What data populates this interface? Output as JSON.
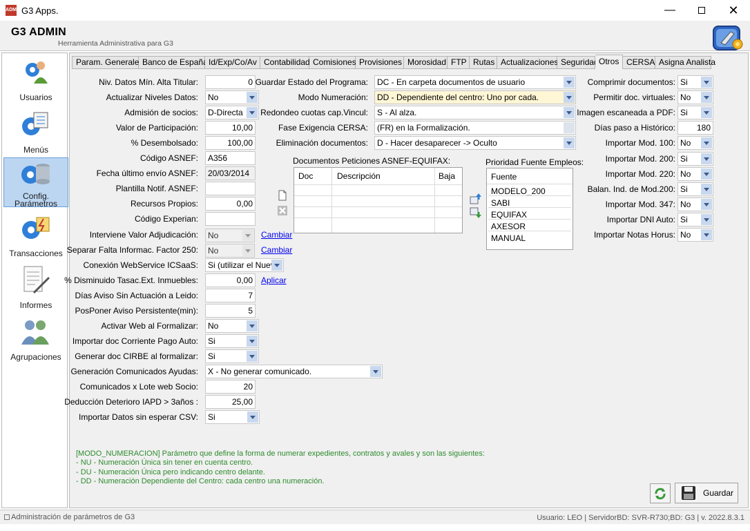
{
  "window": {
    "title": "G3 Apps.",
    "app_icon_text": "ADM"
  },
  "header": {
    "title": "G3 ADMIN",
    "subtitle": "Herramienta Administrativa para G3"
  },
  "sidebar": {
    "items": [
      {
        "label": "Usuarios",
        "icon": "users-icon"
      },
      {
        "label": "Menús",
        "icon": "menu-gear-icon"
      },
      {
        "label": "Config. Parámetros",
        "icon": "database-gear-icon"
      },
      {
        "label": "Transacciones",
        "icon": "transaction-gear-icon"
      },
      {
        "label": "Informes",
        "icon": "report-icon"
      },
      {
        "label": "Agrupaciones",
        "icon": "groups-icon"
      }
    ],
    "active": "Config. Parámetros"
  },
  "tabs": [
    "Param. Generales",
    "Banco de España",
    "Id/Exp/Co/Av",
    "Contabilidad",
    "Comisiones",
    "Provisiones",
    "Morosidad",
    "FTP",
    "Rutas",
    "Actualizaciones",
    "Seguridad",
    "Otros",
    "CERSA",
    "Asigna Analista"
  ],
  "active_tab": "Otros",
  "col1": [
    {
      "label": "Niv. Datos Mín. Alta Titular:",
      "value": "0",
      "kind": "num"
    },
    {
      "label": "Actualizar Niveles Datos:",
      "value": "No",
      "kind": "combo"
    },
    {
      "label": "Admisión de socios:",
      "value": "D-Directa",
      "kind": "combo"
    },
    {
      "label": "Valor de Participación:",
      "value": "10,00",
      "kind": "num"
    },
    {
      "label": "% Desembolsado:",
      "value": "100,00",
      "kind": "num"
    },
    {
      "label": "Código ASNEF:",
      "value": "A356",
      "kind": "text"
    },
    {
      "label": "Fecha último envío ASNEF:",
      "value": "20/03/2014",
      "kind": "gray"
    },
    {
      "label": "Plantilla Notif. ASNEF:",
      "value": "",
      "kind": "text"
    },
    {
      "label": "Recursos Propios:",
      "value": "0,00",
      "kind": "num"
    },
    {
      "label": "Código Experian:",
      "value": "",
      "kind": "text"
    },
    {
      "label": "Interviene Valor Adjudicación:",
      "value": "No",
      "kind": "combo-dis",
      "link": "Cambiar"
    },
    {
      "label": "Separar Falta Informac. Factor 250:",
      "value": "No",
      "kind": "combo-dis",
      "link": "Cambiar"
    },
    {
      "label": "Conexión WebService ICSaaS:",
      "value": "Si (utilizar el Nuevo)",
      "kind": "combo-wide"
    },
    {
      "label": "% Disminuido Tasac.Ext. Inmuebles:",
      "value": "0,00",
      "kind": "num",
      "link": "Aplicar"
    },
    {
      "label": "Días Aviso Sin Actuación a Leido:",
      "value": "7",
      "kind": "num"
    },
    {
      "label": "PosPoner Aviso Persistente(min):",
      "value": "5",
      "kind": "num"
    },
    {
      "label": "Activar Web al Formalizar:",
      "value": "No",
      "kind": "combo"
    },
    {
      "label": "Importar doc Corriente Pago Auto:",
      "value": "Si",
      "kind": "combo"
    },
    {
      "label": "Generar doc CIRBE al formalizar:",
      "value": "Si",
      "kind": "combo"
    },
    {
      "label": "Generación Comunicados Ayudas:",
      "value": "X - No generar comunicado.",
      "kind": "combo-long"
    },
    {
      "label": "Comunicados x Lote web Socio:",
      "value": "20",
      "kind": "num"
    },
    {
      "label": "Deducción Deterioro IAPD > 3años :",
      "value": "25,00",
      "kind": "num"
    },
    {
      "label": "Importar Datos sin esperar CSV:",
      "value": "Si",
      "kind": "combo-w"
    }
  ],
  "col2": [
    {
      "label": "Guardar Estado del Programa:",
      "value": "DC - En carpeta documentos de usuario"
    },
    {
      "label": "Modo Numeración:",
      "value": "DD - Dependiente del centro: Uno por cada."
    },
    {
      "label": "Redondeo cuotas cap.Vincul:",
      "value": "S - Al alza."
    },
    {
      "label": "Fase Exigencia CERSA:",
      "value": "(FR) en la Formalización."
    },
    {
      "label": "Eliminación documentos:",
      "value": "D - Hacer desaparecer -> Oculto"
    }
  ],
  "docs": {
    "title": "Documentos Peticiones ASNEF-EQUIFAX:",
    "headers": [
      "Doc",
      "Descripción",
      "Baja"
    ]
  },
  "fuentes": {
    "title": "Prioridad Fuente Empleos:",
    "header": "Fuente",
    "items": [
      "MODELO_200",
      "SABI",
      "EQUIFAX",
      "AXESOR",
      "MANUAL"
    ]
  },
  "col3": [
    {
      "label": "Comprimir documentos:",
      "value": "Si",
      "kind": "combo"
    },
    {
      "label": "Permitir doc. virtuales:",
      "value": "No",
      "kind": "combo"
    },
    {
      "label": "Imagen escaneada a PDF:",
      "value": "Si",
      "kind": "combo"
    },
    {
      "label": "Días paso a Histórico:",
      "value": "180",
      "kind": "num"
    },
    {
      "label": "Importar Mod. 100:",
      "value": "No",
      "kind": "combo"
    },
    {
      "label": "Importar Mod. 200:",
      "value": "Si",
      "kind": "combo"
    },
    {
      "label": "Importar Mod. 220:",
      "value": "No",
      "kind": "combo"
    },
    {
      "label": "Balan. Ind. de Mod.200:",
      "value": "Si",
      "kind": "combo"
    },
    {
      "label": "Importar Mod. 347:",
      "value": "No",
      "kind": "combo"
    },
    {
      "label": "Importar DNI Auto:",
      "value": "Si",
      "kind": "combo"
    },
    {
      "label": "Importar Notas Horus:",
      "value": "No",
      "kind": "combo"
    }
  ],
  "help": {
    "lines": [
      "[MODO_NUMERACION] Parámetro que define la forma de numerar expedientes, contratos y avales y son las siguientes:",
      "- NU - Numeración Única sin tener en cuenta centro.",
      "- DU - Numeración Única pero indicando centro delante.",
      "- DD - Numeración Dependiente del Centro: cada centro una numeración."
    ]
  },
  "buttons": {
    "save": "Guardar"
  },
  "status": {
    "left": "Administración de parámetros de G3",
    "right": "Usuario: LEO  |  ServidorBD: SVR-R730;BD: G3   |  v. 2022.8.3.1"
  }
}
